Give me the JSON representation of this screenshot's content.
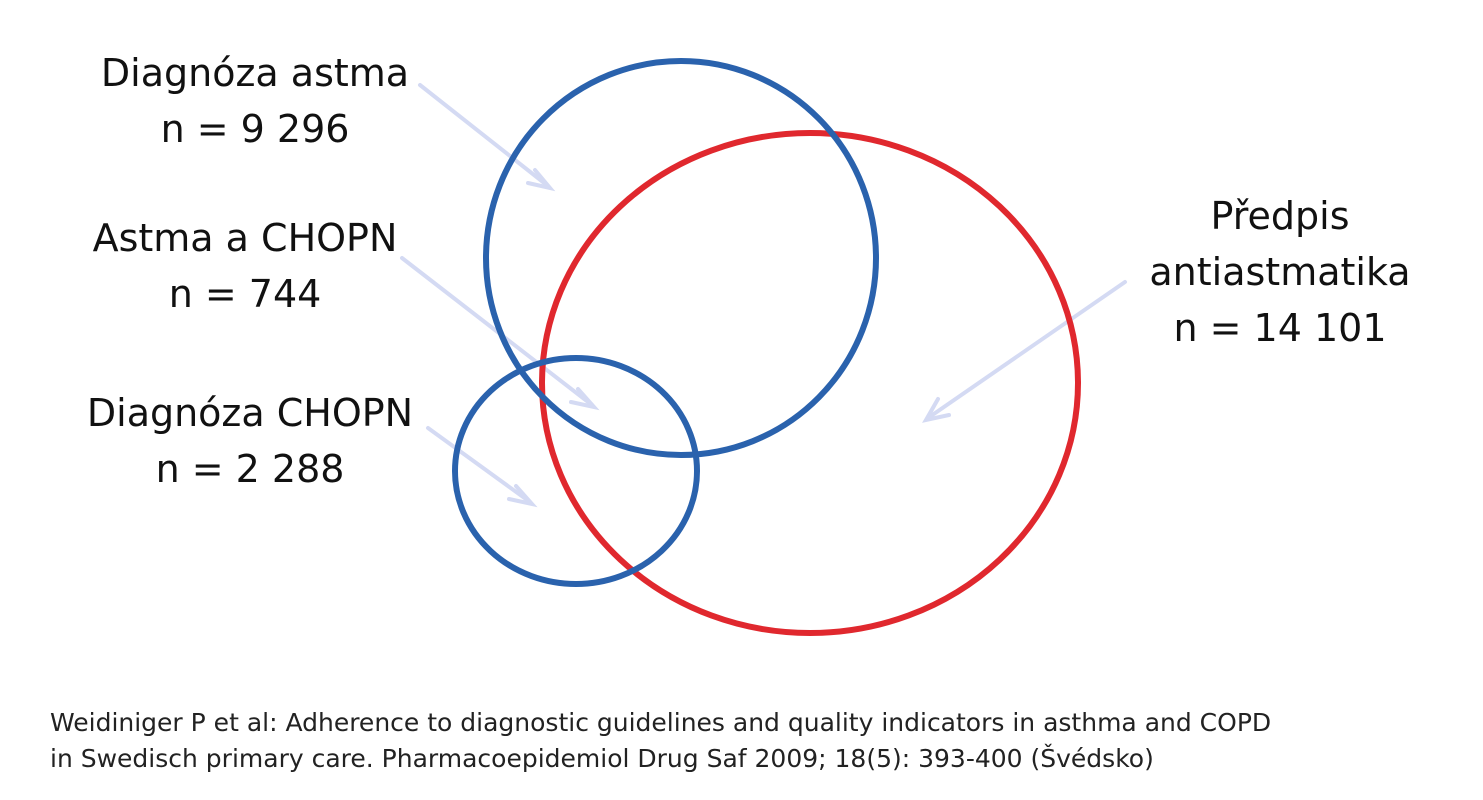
{
  "colors": {
    "diagnosis_circle": "#2a62ad",
    "prescription_circle": "#e0282e",
    "arrow": "#d4daf3"
  },
  "sets": {
    "asthma": {
      "name": "Diagnóza astma",
      "count": "n = 9 296"
    },
    "asthma_and_copd": {
      "name": "Astma a CHOPN",
      "count": "n = 744"
    },
    "copd": {
      "name": "Diagnóza CHOPN",
      "count": "n = 2 288"
    },
    "prescription": {
      "name_line1": "Předpis",
      "name_line2": "antiastmatika",
      "count": "n = 14 101"
    }
  },
  "citation": {
    "line1": "Weidiniger P et al:  Adherence to diagnostic guidelines and quality indicators in asthma and COPD",
    "line2": "in Swedisch primary care. Pharmacoepidemiol Drug Saf 2009; 18(5): 393-400 (Švédsko)"
  }
}
